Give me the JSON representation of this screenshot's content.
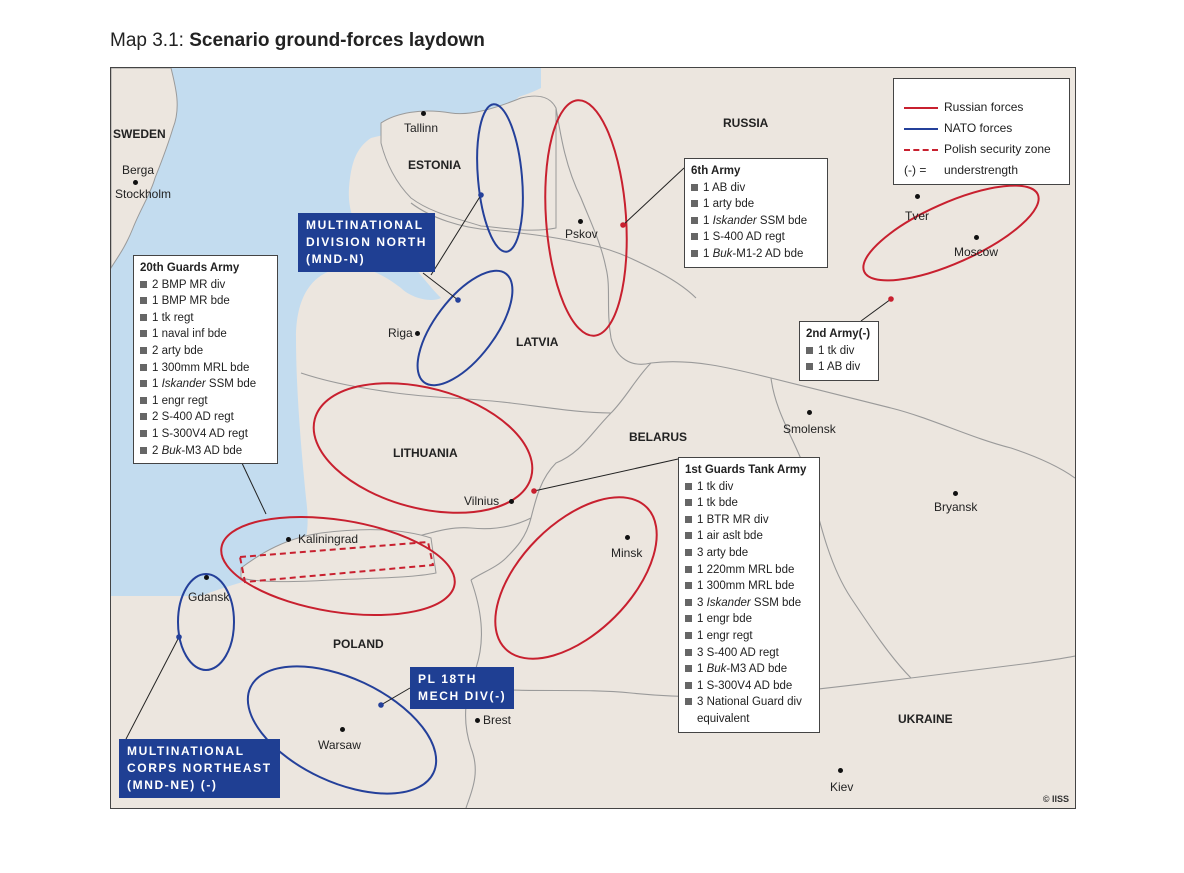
{
  "title": {
    "prefix": "Map 3.1: ",
    "main": "Scenario ground-forces laydown"
  },
  "colors": {
    "russian": "#c8202f",
    "nato": "#24409a",
    "sea": "#c3dcef",
    "land": "#ece6df",
    "border": "#9a9a9a"
  },
  "countries": {
    "sweden": "SWEDEN",
    "estonia": "ESTONIA",
    "latvia": "LATVIA",
    "lithuania": "LITHUANIA",
    "russia": "RUSSIA",
    "belarus": "BELARUS",
    "poland": "POLAND",
    "ukraine": "UKRAINE"
  },
  "cities": {
    "tallinn": "Tallinn",
    "berga": "Berga",
    "stockholm": "Stockholm",
    "pskov": "Pskov",
    "tver": "Tver",
    "moscow": "Moscow",
    "riga": "Riga",
    "smolensk": "Smolensk",
    "vilnius": "Vilnius",
    "minsk": "Minsk",
    "bryansk": "Bryansk",
    "kaliningrad": "Kaliningrad",
    "gdansk": "Gdansk",
    "brest": "Brest",
    "warsaw": "Warsaw",
    "kiev": "Kiev"
  },
  "legend": {
    "russian": "Russian forces",
    "nato": "NATO forces",
    "polish_zone": "Polish security zone",
    "understrength_symbol": "(-) =",
    "understrength_text": "understrength"
  },
  "army_6": {
    "title": "6th Army",
    "items": [
      "1 AB div",
      "1 arty bde",
      "1 |Iskander| SSM bde",
      "1 S-400 AD regt",
      "1 |Buk|-M1-2 AD bde"
    ]
  },
  "army_2": {
    "title": "2nd Army(-)",
    "items": [
      "1 tk div",
      "1 AB div"
    ]
  },
  "army_20g": {
    "title": "20th Guards Army",
    "items": [
      "2 BMP MR div",
      "1 BMP MR bde",
      "1 tk regt",
      "1 naval inf bde",
      "2 arty bde",
      "1  300mm MRL bde",
      "1 |Iskander| SSM bde",
      "1 engr regt",
      "2 S-400 AD regt",
      "1 S-300V4 AD regt",
      "2 |Buk|-M3 AD bde"
    ]
  },
  "army_1gt": {
    "title": "1st Guards Tank Army",
    "items": [
      "1 tk div",
      "1 tk bde",
      "1 BTR MR div",
      "1 air aslt bde",
      "3 arty bde",
      "1 220mm MRL bde",
      "1 300mm MRL bde",
      "3 |Iskander| SSM bde",
      "1 engr bde",
      "1 engr regt",
      "3 S-400 AD regt",
      "1 |Buk|-M3 AD bde",
      "1 S-300V4 AD bde",
      "3 National Guard div"
    ],
    "continuation": "equivalent"
  },
  "nato_units": {
    "mnd_n": [
      "MULTINATIONAL",
      "DIVISION NORTH",
      "(MND-N)"
    ],
    "pl18": [
      "PL 18TH",
      "MECH DIV(-)"
    ],
    "mnc_ne": [
      "MULTINATIONAL",
      "CORPS NORTHEAST",
      "(MND-NE) (-)"
    ]
  },
  "credit": "© IISS"
}
